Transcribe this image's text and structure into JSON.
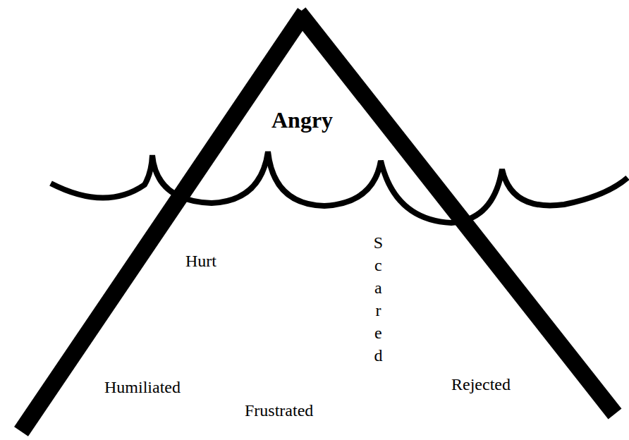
{
  "diagram": {
    "labels": [
      "Angry",
      "Hurt",
      "Scared",
      "Humiliated",
      "Frustrated",
      "Rejected"
    ]
  }
}
